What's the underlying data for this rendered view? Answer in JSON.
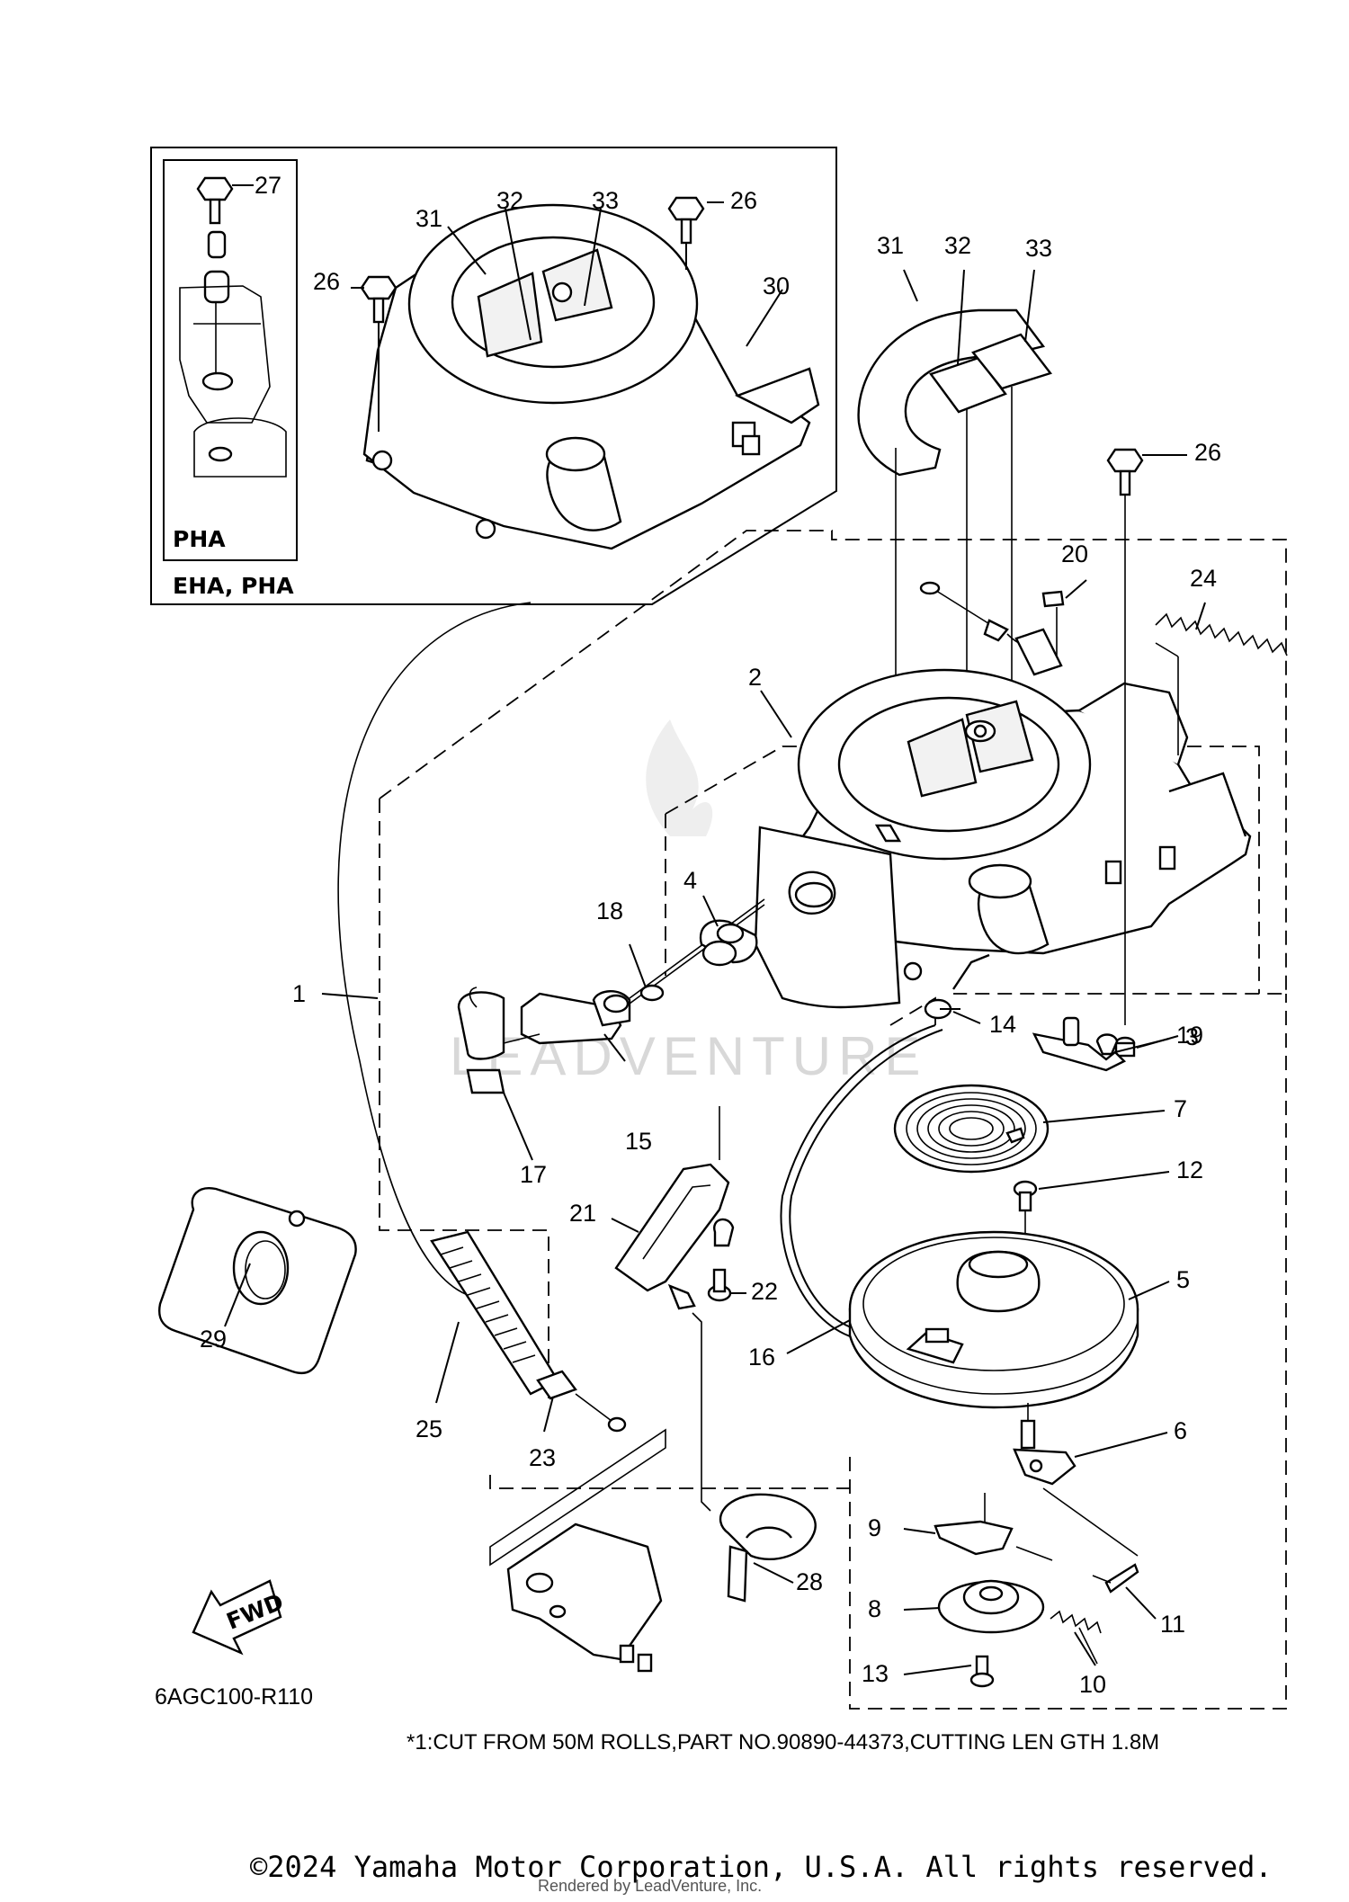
{
  "inset": {
    "outer_label": "EHA, PHA",
    "inner_label": "PHA"
  },
  "callouts": [
    {
      "id": "c1",
      "text": "1"
    },
    {
      "id": "c2",
      "text": "2"
    },
    {
      "id": "c3",
      "text": "3"
    },
    {
      "id": "c4",
      "text": "4"
    },
    {
      "id": "c5",
      "text": "5"
    },
    {
      "id": "c6",
      "text": "6"
    },
    {
      "id": "c7",
      "text": "7"
    },
    {
      "id": "c8",
      "text": "8"
    },
    {
      "id": "c9",
      "text": "9"
    },
    {
      "id": "c10",
      "text": "10"
    },
    {
      "id": "c11",
      "text": "11"
    },
    {
      "id": "c12",
      "text": "12"
    },
    {
      "id": "c13",
      "text": "13"
    },
    {
      "id": "c14",
      "text": "14"
    },
    {
      "id": "c15",
      "text": "15"
    },
    {
      "id": "c16",
      "text": "16"
    },
    {
      "id": "c17",
      "text": "17"
    },
    {
      "id": "c18",
      "text": "18"
    },
    {
      "id": "c19",
      "text": "19"
    },
    {
      "id": "c20",
      "text": "20"
    },
    {
      "id": "c21",
      "text": "21"
    },
    {
      "id": "c22",
      "text": "22"
    },
    {
      "id": "c23",
      "text": "23"
    },
    {
      "id": "c24",
      "text": "24"
    },
    {
      "id": "c25",
      "text": "25"
    },
    {
      "id": "c26a",
      "text": "26"
    },
    {
      "id": "c26b",
      "text": "26"
    },
    {
      "id": "c26c",
      "text": "26"
    },
    {
      "id": "c27",
      "text": "27"
    },
    {
      "id": "c28",
      "text": "28"
    },
    {
      "id": "c29",
      "text": "29"
    },
    {
      "id": "c30",
      "text": "30"
    },
    {
      "id": "c31a",
      "text": "31"
    },
    {
      "id": "c32a",
      "text": "32"
    },
    {
      "id": "c33a",
      "text": "33"
    },
    {
      "id": "c31b",
      "text": "31"
    },
    {
      "id": "c32b",
      "text": "32"
    },
    {
      "id": "c33b",
      "text": "33"
    }
  ],
  "fwd_label": "FWD",
  "diagram_ref": "6AGC100-R110",
  "footnote": "*1:CUT FROM 50M ROLLS,PART NO.90890-44373,CUTTING LEN GTH 1.8M",
  "watermark": "LEADVENTURE",
  "copyright": "©2024 Yamaha Motor Corporation, U.S.A. All rights reserved.",
  "rendered_by": "Rendered by LeadVenture, Inc."
}
